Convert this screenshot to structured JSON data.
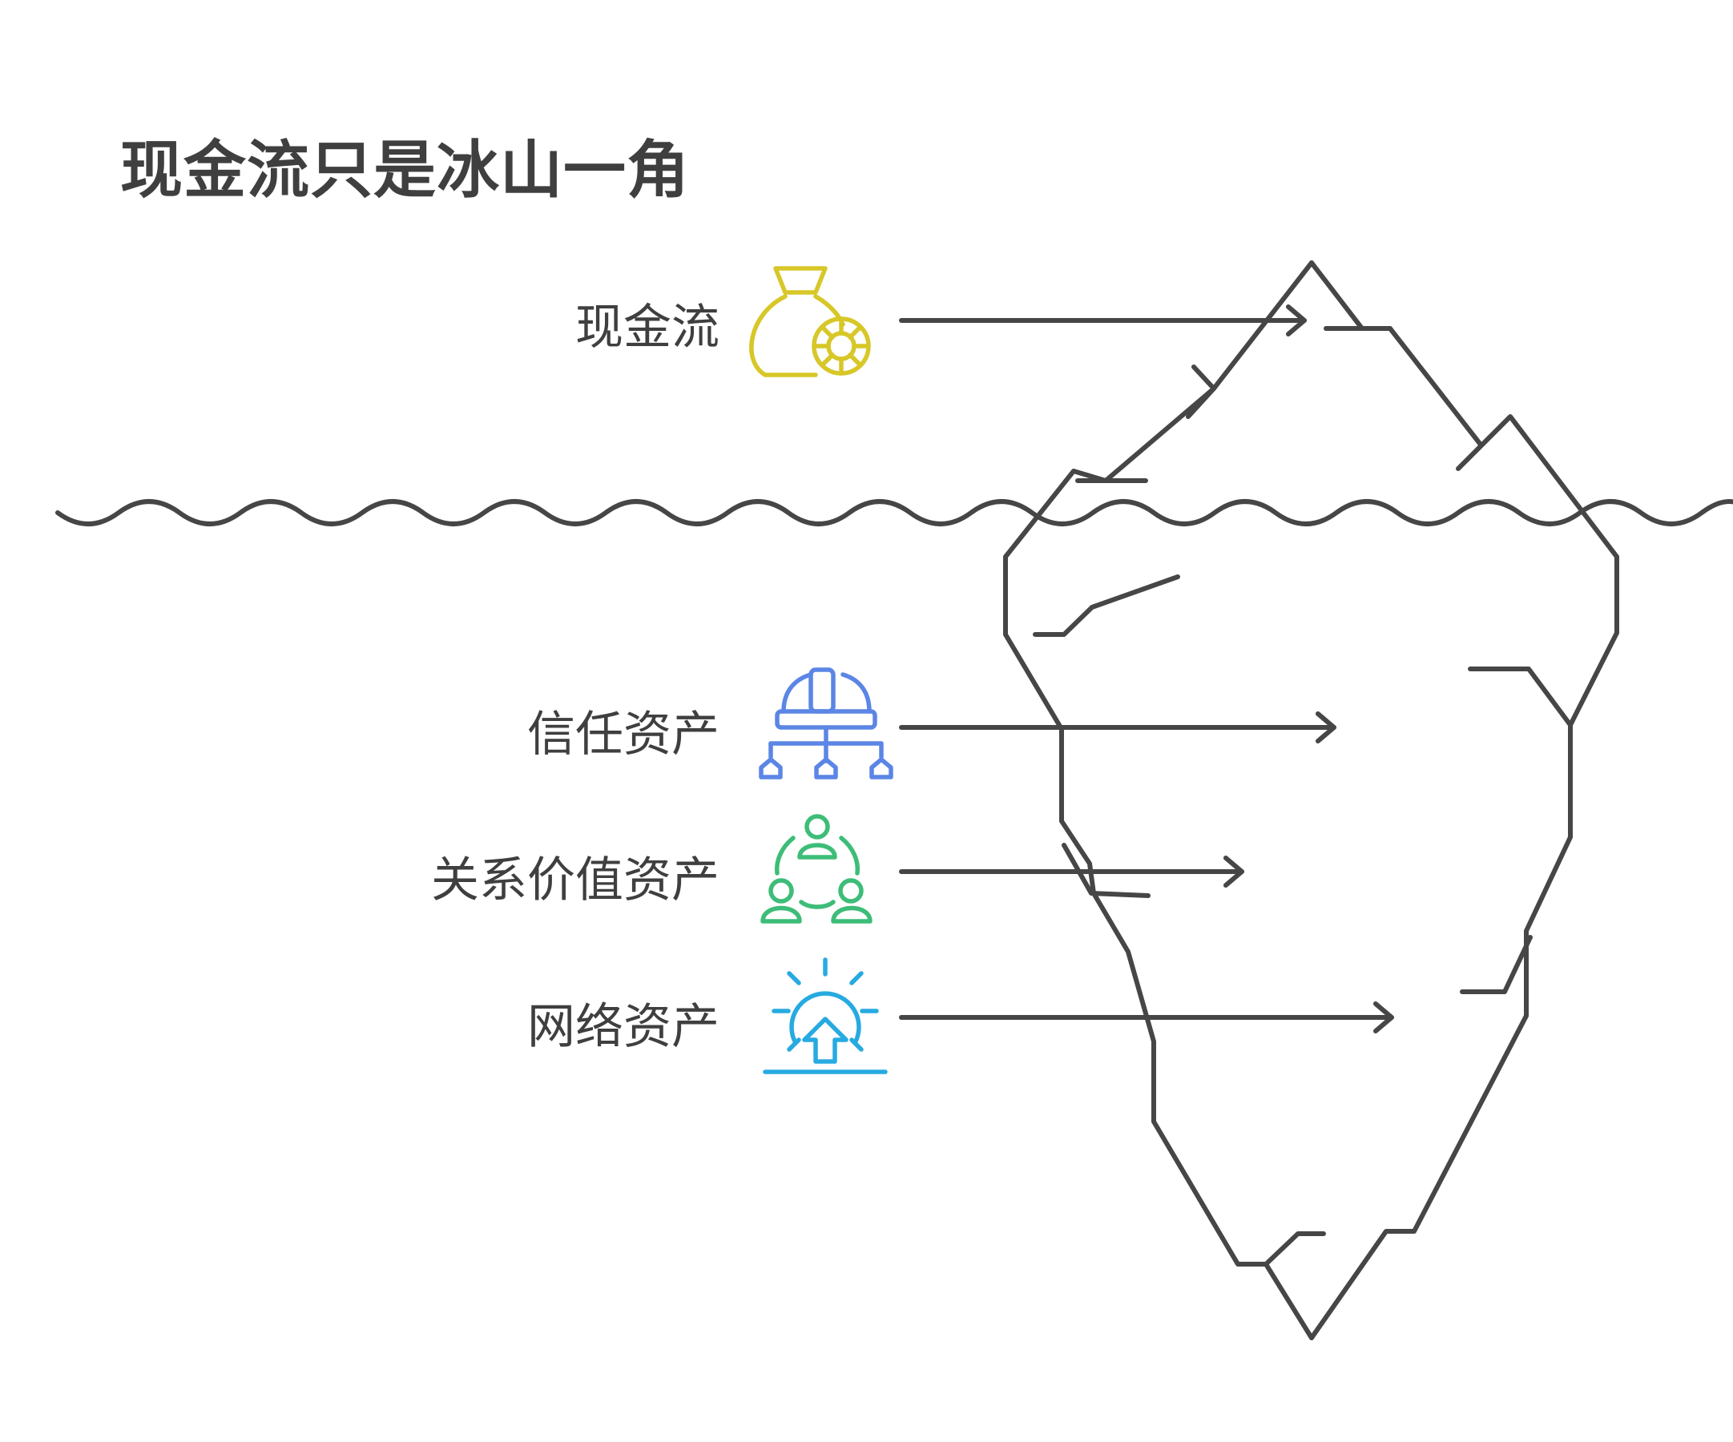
{
  "title": "现金流只是冰山一角",
  "items": [
    {
      "label": "现金流",
      "icon": "money-bag-icon",
      "color": "#d7c728"
    },
    {
      "label": "信任资产",
      "icon": "hardhat-hierarchy-icon",
      "color": "#5b86e5"
    },
    {
      "label": "关系价值资产",
      "icon": "people-network-icon",
      "color": "#3dbd78"
    },
    {
      "label": "网络资产",
      "icon": "sunrise-arrow-icon",
      "color": "#27aae1"
    }
  ]
}
